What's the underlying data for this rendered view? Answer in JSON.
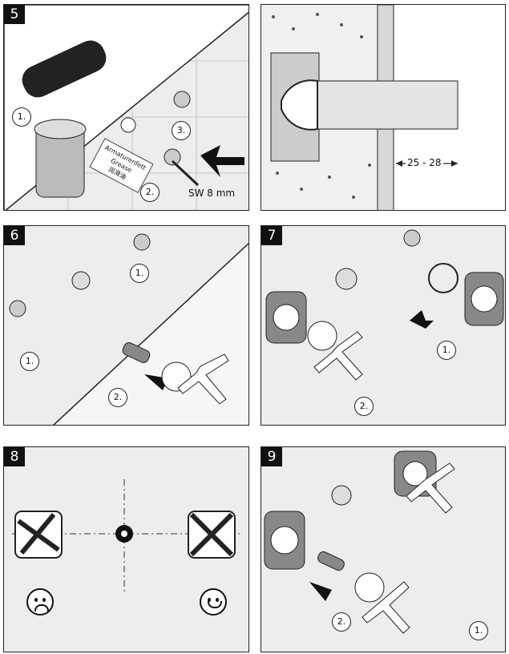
{
  "panels": [
    {
      "number": "5"
    },
    {
      "number": "6"
    },
    {
      "number": "7"
    },
    {
      "number": "8"
    },
    {
      "number": "9"
    }
  ],
  "panel5": {
    "step1": "1.",
    "step2": "2.",
    "step3": "3.",
    "tag_line1": "Armaturenfett",
    "tag_line2": "Grease",
    "tag_line3": "润滑油",
    "tool_size": "SW 8 mm"
  },
  "panel_section": {
    "dimension": "25 - 28"
  },
  "panel6": {
    "step1a": "1.",
    "step1b": "1.",
    "step2": "2."
  },
  "panel7": {
    "step1": "1.",
    "step2": "2."
  },
  "panel9": {
    "step1": "1.",
    "step2": "2."
  }
}
